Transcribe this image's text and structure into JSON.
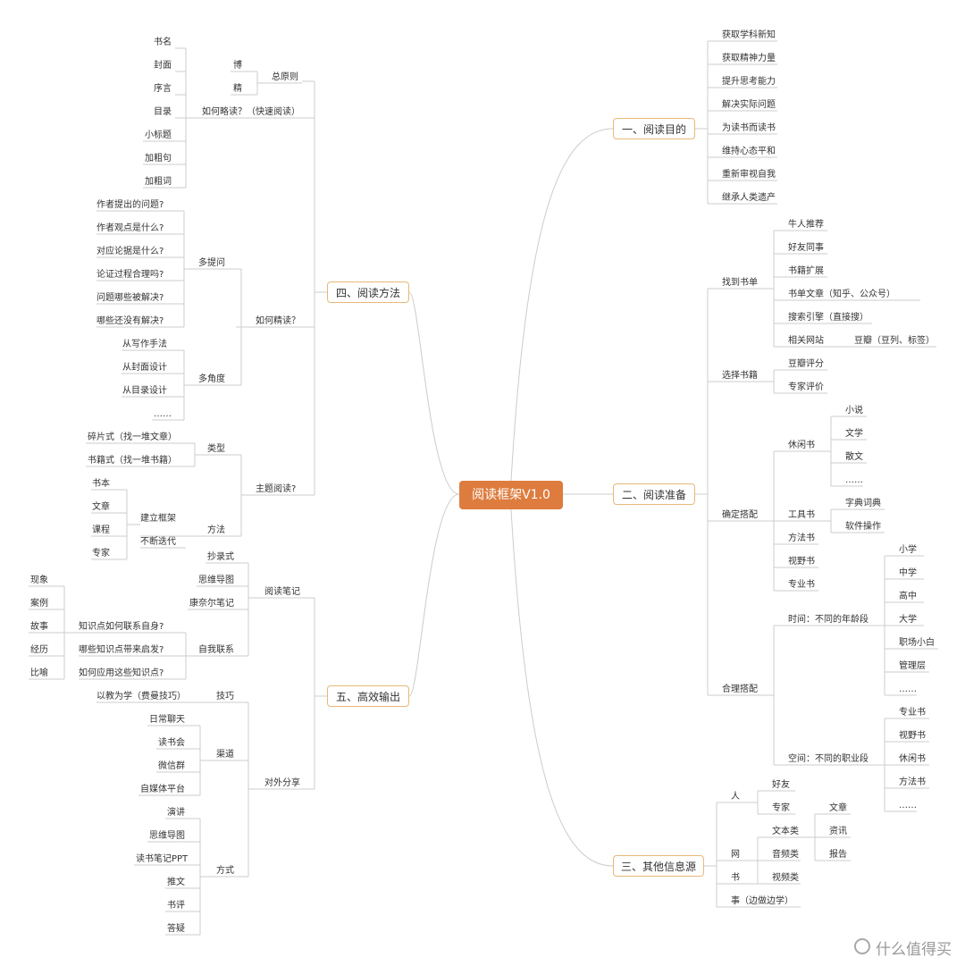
{
  "root": "阅读框架V1.0",
  "main": {
    "purpose": "一、阅读目的",
    "prepare": "二、阅读准备",
    "sources": "三、其他信息源",
    "methods": "四、阅读方法",
    "output": "五、高效输出"
  },
  "purpose": [
    "获取学科新知",
    "获取精神力量",
    "提升思考能力",
    "解决实际问题",
    "为读书而读书",
    "维持心态平和",
    "重新审视自我",
    "继承人类遗产"
  ],
  "prepare": {
    "find": "找到书单",
    "find_items": [
      "牛人推荐",
      "好友同事",
      "书籍扩展",
      "书单文章（知乎、公众号）",
      "搜索引擎（直接搜）",
      "相关网站"
    ],
    "find_site_child": "豆瓣（豆列、标签）",
    "choose": "选择书籍",
    "choose_items": [
      "豆瓣评分",
      "专家评价"
    ],
    "match": "确定搭配",
    "leisure": "休闲书",
    "leisure_items": [
      "小说",
      "文学",
      "散文",
      "……"
    ],
    "tool": "工具书",
    "tool_items": [
      "字典词典",
      "软件操作"
    ],
    "match_rest": [
      "方法书",
      "视野书",
      "专业书"
    ],
    "reasonable": "合理搭配",
    "time": "时间：不同的年龄段",
    "time_items": [
      "小学",
      "中学",
      "高中",
      "大学",
      "职场小白",
      "管理层",
      "……"
    ],
    "space": "空间：不同的职业段",
    "space_items": [
      "专业书",
      "视野书",
      "休闲书",
      "方法书",
      "……"
    ]
  },
  "sources": {
    "people": "人",
    "people_items": [
      "好友",
      "专家"
    ],
    "web1": "网",
    "web2": "书",
    "web_items": [
      "文本类",
      "音频类",
      "视频类"
    ],
    "text_items": [
      "文章",
      "资讯",
      "报告"
    ],
    "event": "事（边做边学）"
  },
  "methods": {
    "skim": "如何略读？（快速阅读）",
    "skim_items": [
      "书名",
      "封面",
      "序言",
      "目录",
      "小标题",
      "加粗句",
      "加粗词"
    ],
    "principle": "总原则",
    "principle_items": [
      "博",
      "精"
    ],
    "intensive": "如何精读？",
    "ask": "多提问",
    "ask_items": [
      "作者提出的问题?",
      "作者观点是什么?",
      "对应论据是什么?",
      "论证过程合理吗?",
      "问题哪些被解决?",
      "哪些还没有解决?"
    ],
    "angle": "多角度",
    "angle_items": [
      "从写作手法",
      "从封面设计",
      "从目录设计",
      "……"
    ],
    "theme": "主题阅读?",
    "type": "类型",
    "type_items": [
      "碎片式（找一堆文章）",
      "书籍式（找一堆书籍）"
    ],
    "method": "方法",
    "method_a": "建立框架",
    "method_b": "不断迭代",
    "method_items": [
      "书本",
      "文章",
      "课程",
      "专家"
    ]
  },
  "output": {
    "notes": "阅读笔记",
    "notes_items": [
      "抄录式",
      "思维导图",
      "康奈尔笔记"
    ],
    "self": "自我联系",
    "self_items": [
      "知识点如何联系自身?",
      "哪些知识点带来启发?",
      "如何应用这些知识点?"
    ],
    "self_sub": [
      "现象",
      "案例",
      "故事",
      "经历",
      "比喻"
    ],
    "share": "对外分享",
    "skill": "技巧",
    "skill_item": "以教为学（费曼技巧）",
    "channel": "渠道",
    "channel_items": [
      "日常聊天",
      "读书会",
      "微信群",
      "自媒体平台"
    ],
    "mode": "方式",
    "mode_items": [
      "演讲",
      "思维导图",
      "读书笔记PPT",
      "推文",
      "书评",
      "答疑"
    ]
  },
  "watermark": "什么值得买",
  "colors": {
    "root_fill": "#dd7c3e",
    "main_border": "#e8b877",
    "line": "#cccccc"
  }
}
